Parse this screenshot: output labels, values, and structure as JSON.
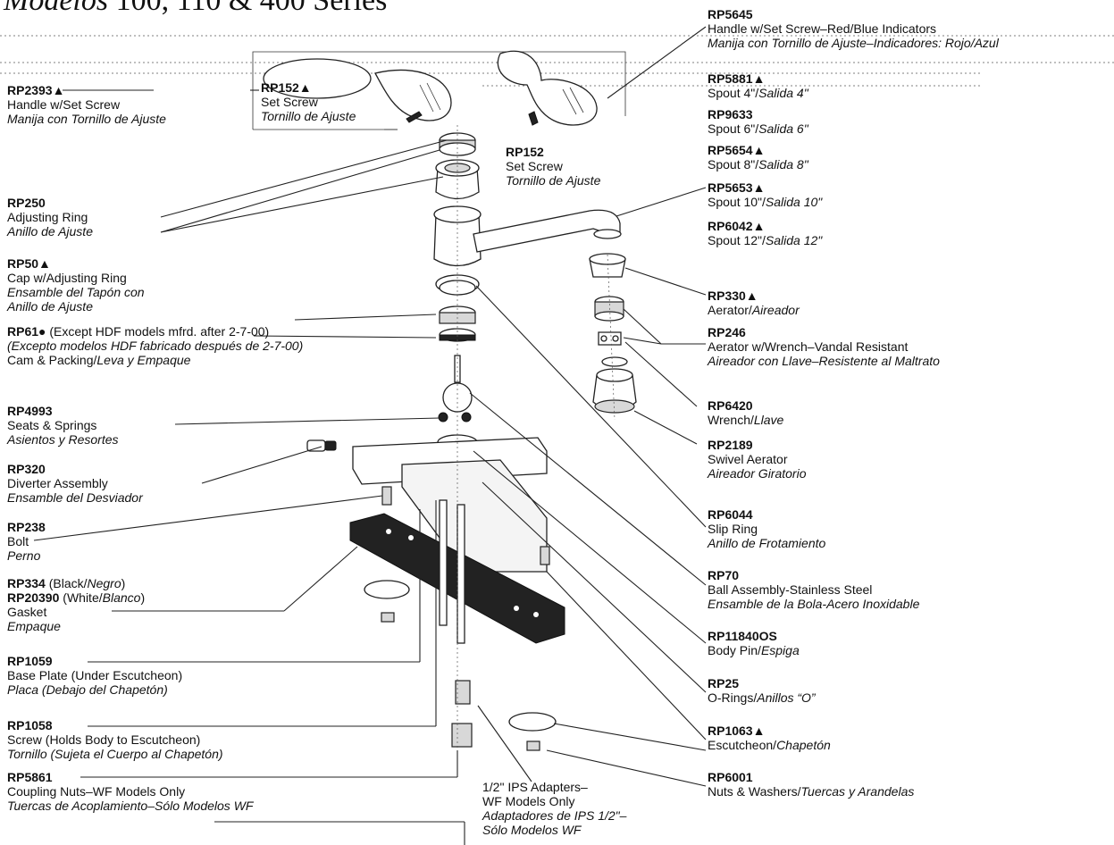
{
  "title": {
    "italic": "Modelos",
    "rest": " 100, 110 & 400 Series"
  },
  "parts": [
    {
      "id": "rp5645",
      "code": "RP5645",
      "en": "Handle w/Set Screw–Red/Blue Indicators",
      "es": "Manija con Tornillo de Ajuste–Indicadores: Rojo/Azul"
    },
    {
      "id": "rp2393",
      "code": "RP2393▲",
      "en": "Handle w/Set Screw",
      "es": "Manija con Tornillo de Ajuste"
    },
    {
      "id": "rp152a",
      "code": "RP152▲",
      "en": "Set Screw",
      "es": "Tornillo de Ajuste"
    },
    {
      "id": "rp152b",
      "code": "RP152",
      "en": "Set Screw",
      "es": "Tornillo de Ajuste"
    },
    {
      "id": "rp5881",
      "code": "RP5881▲",
      "en": "Spout 4\"/",
      "es": "Salida 4\""
    },
    {
      "id": "rp9633",
      "code": "RP9633",
      "en": "Spout 6\"/",
      "es": "Salida 6\""
    },
    {
      "id": "rp5654",
      "code": "RP5654▲",
      "en": "Spout 8\"/",
      "es": "Salida 8\""
    },
    {
      "id": "rp5653",
      "code": "RP5653▲",
      "en": "Spout 10\"/",
      "es": "Salida 10\""
    },
    {
      "id": "rp6042",
      "code": "RP6042▲",
      "en": "Spout 12\"/",
      "es": "Salida 12\""
    },
    {
      "id": "rp250",
      "code": "RP250",
      "en": "Adjusting Ring",
      "es": "Anillo de Ajuste"
    },
    {
      "id": "rp50",
      "code": "RP50▲",
      "en": "Cap w/Adjusting Ring",
      "es": "Ensamble del Tapón con",
      "es2": "Anillo de Ajuste"
    },
    {
      "id": "rp330",
      "code": "RP330▲",
      "en": "Aerator/",
      "es": "Aireador"
    },
    {
      "id": "rp246",
      "code": "RP246",
      "en": "Aerator w/Wrench–Vandal Resistant",
      "es": "Aireador con Llave–Resistente al Maltrato"
    },
    {
      "id": "rp61",
      "code": "RP61●",
      "en": " (Except HDF models mfrd. after 2-7-00)",
      "es": "(Excepto modelos HDF fabricado después de 2-7-00)",
      "en2": "Cam & Packing/",
      "es2": "Leva y Empaque"
    },
    {
      "id": "rp4993",
      "code": "RP4993",
      "en": "Seats & Springs",
      "es": "Asientos y Resortes"
    },
    {
      "id": "rp6420",
      "code": "RP6420",
      "en": "Wrench/",
      "es": "Llave"
    },
    {
      "id": "rp320",
      "code": "RP320",
      "en": "Diverter Assembly",
      "es": "Ensamble del Desviador"
    },
    {
      "id": "rp2189",
      "code": "RP2189",
      "en": "Swivel Aerator",
      "es": "Aireador Giratorio"
    },
    {
      "id": "rp238",
      "code": "RP238",
      "en": "Bolt",
      "es": "Perno"
    },
    {
      "id": "rp6044",
      "code": "RP6044",
      "en": "Slip Ring",
      "es": "Anillo de Frotamiento"
    },
    {
      "id": "rp334",
      "code": "RP334",
      "en": " (Black/",
      "es": "Negro",
      "en_close": ")",
      "code2": "RP20390",
      "en2": " (White/",
      "es2": "Blanco",
      "en2_close": ")",
      "en3": "Gasket",
      "es3": "Empaque"
    },
    {
      "id": "rp70",
      "code": "RP70",
      "en": "Ball Assembly-Stainless Steel",
      "es": "Ensamble de la Bola-Acero Inoxidable"
    },
    {
      "id": "rp1059",
      "code": "RP1059",
      "en": "Base Plate (Under Escutcheon)",
      "es": "Placa (Debajo del Chapetón)"
    },
    {
      "id": "rp11840os",
      "code": "RP11840OS",
      "en": "Body Pin/",
      "es": "Espiga"
    },
    {
      "id": "rp25",
      "code": "RP25",
      "en": "O-Rings/",
      "es": "Anillos “O”"
    },
    {
      "id": "rp1058",
      "code": "RP1058",
      "en": "Screw (Holds Body to Escutcheon)",
      "es": "Tornillo (Sujeta el Cuerpo al Chapetón)"
    },
    {
      "id": "rp1063",
      "code": "RP1063▲",
      "en": "Escutcheon/",
      "es": "Chapetón"
    },
    {
      "id": "rp6001",
      "code": "RP6001",
      "en": "Nuts & Washers/",
      "es": "Tuercas y Arandelas"
    },
    {
      "id": "rp5861",
      "code": "RP5861",
      "en": "Coupling Nuts–WF Models Only",
      "es": "Tuercas de Acoplamiento–Sólo Modelos WF"
    },
    {
      "id": "ips",
      "en": "1/2\" IPS Adapters–",
      "en2": "WF Models Only",
      "es": "Adaptadores de IPS 1/2\"–",
      "es2": "Sólo Modelos WF"
    }
  ]
}
